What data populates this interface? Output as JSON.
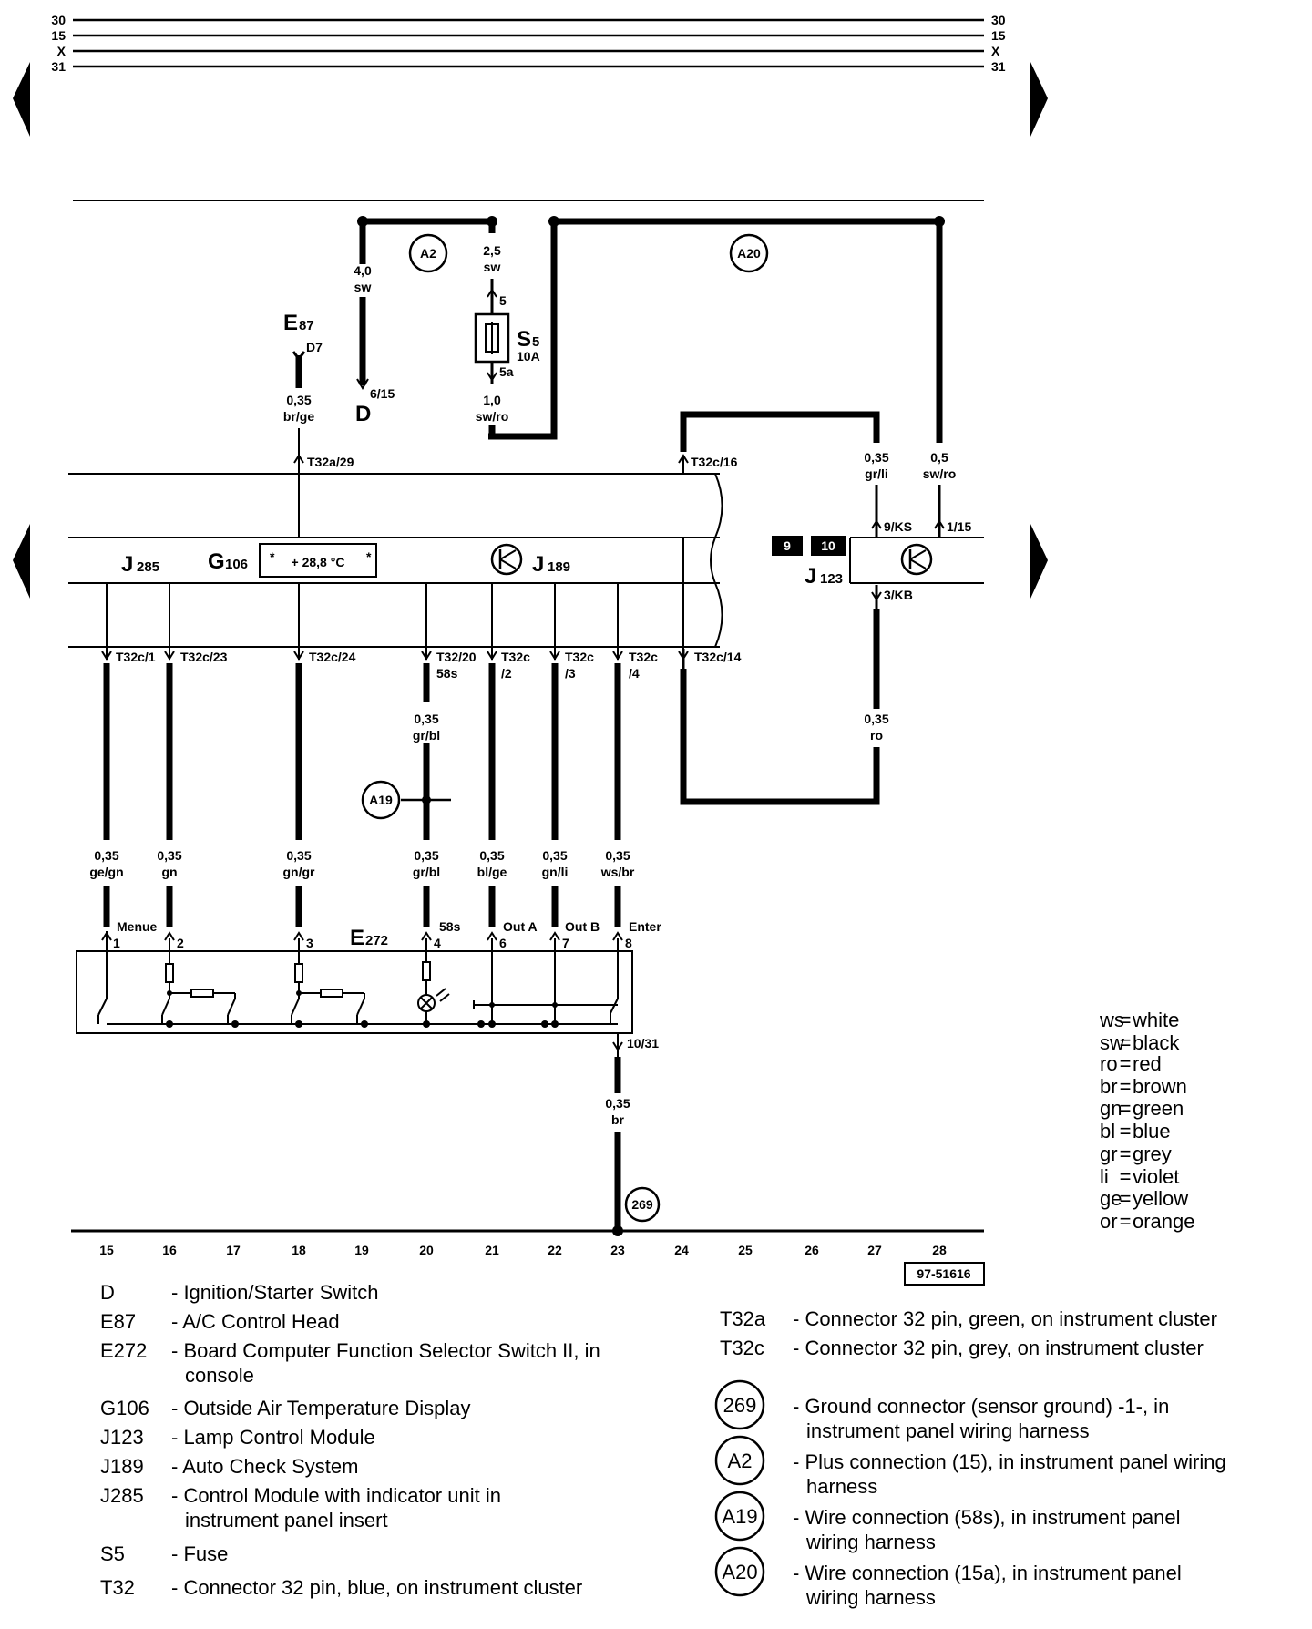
{
  "rails": [
    "30",
    "15",
    "X",
    "31"
  ],
  "circles": {
    "a2": "A2",
    "a20": "A20",
    "a19": "A19",
    "g269": "269"
  },
  "top_wires": {
    "e87_comp": "E",
    "e87_sub": "87",
    "e87_pin": "D7",
    "e87_wire": [
      "0,35",
      "br/ge"
    ],
    "e87_conn": "T32a/29",
    "d_wire": [
      "4,0",
      "sw"
    ],
    "d_pin": "6/15",
    "d_label": "D",
    "fuse_in": [
      "2,5",
      "sw"
    ],
    "fuse_pin_top": "5",
    "fuse_pin_bot": "5a",
    "fuse_name": "S",
    "fuse_sub": "5",
    "fuse_rating": "10A",
    "fuse_out": [
      "1,0",
      "sw/ro"
    ],
    "t32c16": "T32c/16",
    "grli": [
      "0,35",
      "gr/li"
    ],
    "pin_9ks": "9/KS",
    "swro05": [
      "0,5",
      "sw/ro"
    ],
    "pin_115": "1/15",
    "pin_3kb": "3/KB",
    "ro": [
      "0,35",
      "ro"
    ]
  },
  "module": {
    "j285": "J",
    "j285_sub": "285",
    "g106": "G",
    "g106_sub": "106",
    "display": "+ 28,8 °C",
    "star": "*",
    "j189": "J",
    "j189_sub": "189",
    "box9": "9",
    "box10": "10",
    "j123": "J",
    "j123_sub": "123"
  },
  "bottom_conns": [
    "T32c/1",
    "T32c/23",
    "T32c/24",
    "T32/20",
    "58s",
    "T32c",
    "/2",
    "T32c",
    "/3",
    "T32c",
    "/4",
    "T32c/14"
  ],
  "lower_wires": [
    [
      "0,35",
      "ge/gn"
    ],
    [
      "0,35",
      "gn"
    ],
    [
      "0,35",
      "gn/gr"
    ],
    [
      "0,35",
      "gr/bl"
    ],
    [
      "0,35",
      "bl/ge"
    ],
    [
      "0,35",
      "gn/li"
    ],
    [
      "0,35",
      "ws/br"
    ]
  ],
  "mid_wire_58s": [
    "0,35",
    "gr/bl"
  ],
  "switch": {
    "name": "E",
    "sub": "272",
    "pins": [
      "1",
      "2",
      "3",
      "4",
      "6",
      "7",
      "8"
    ],
    "labels": [
      "Menue",
      "58s",
      "Out A",
      "Out B",
      "Enter"
    ],
    "ground_pin": "10/31",
    "ground_wire": [
      "0,35",
      "br"
    ]
  },
  "columns": [
    "15",
    "16",
    "17",
    "18",
    "19",
    "20",
    "21",
    "22",
    "23",
    "24",
    "25",
    "26",
    "27",
    "28"
  ],
  "ref_code": "97-51616",
  "color_codes": [
    {
      "code": "ws",
      "name": "white"
    },
    {
      "code": "sw",
      "name": "black"
    },
    {
      "code": "ro",
      "name": "red"
    },
    {
      "code": "br",
      "name": "brown"
    },
    {
      "code": "gn",
      "name": "green"
    },
    {
      "code": "bl",
      "name": "blue"
    },
    {
      "code": "gr",
      "name": "grey"
    },
    {
      "code": "li",
      "name": "violet"
    },
    {
      "code": "ge",
      "name": "yellow"
    },
    {
      "code": "or",
      "name": "orange"
    }
  ],
  "legend_left": [
    {
      "code": "D",
      "desc": [
        "- Ignition/Starter Switch"
      ]
    },
    {
      "code": "E87",
      "desc": [
        "- A/C Control Head"
      ]
    },
    {
      "code": "E272",
      "desc": [
        "- Board Computer Function Selector Switch II, in",
        "console"
      ]
    },
    {
      "code": "G106",
      "desc": [
        "- Outside Air Temperature Display"
      ]
    },
    {
      "code": "J123",
      "desc": [
        "- Lamp Control Module"
      ]
    },
    {
      "code": "J189",
      "desc": [
        "- Auto Check System"
      ]
    },
    {
      "code": "J285",
      "desc": [
        "- Control Module with indicator unit in",
        "instrument panel insert"
      ]
    },
    {
      "code": "S5",
      "desc": [
        "- Fuse"
      ]
    },
    {
      "code": "T32",
      "desc": [
        "- Connector 32 pin, blue, on  instrument cluster"
      ]
    }
  ],
  "legend_right": [
    {
      "code": "T32a",
      "desc": [
        "- Connector 32 pin, green, on  instrument cluster"
      ]
    },
    {
      "code": "T32c",
      "desc": [
        "- Connector 32 pin, grey, on instrument cluster"
      ]
    },
    {
      "code": "269",
      "desc": [
        "- Ground connector (sensor ground) -1-, in",
        "instrument panel wiring harness"
      ]
    },
    {
      "code": "A2",
      "desc": [
        "- Plus connection (15), in instrument panel wiring",
        "harness"
      ]
    },
    {
      "code": "A19",
      "desc": [
        "- Wire connection (58s), in instrument panel",
        "wiring harness"
      ]
    },
    {
      "code": "A20",
      "desc": [
        "- Wire connection (15a), in instrument panel",
        "wiring harness"
      ]
    }
  ]
}
